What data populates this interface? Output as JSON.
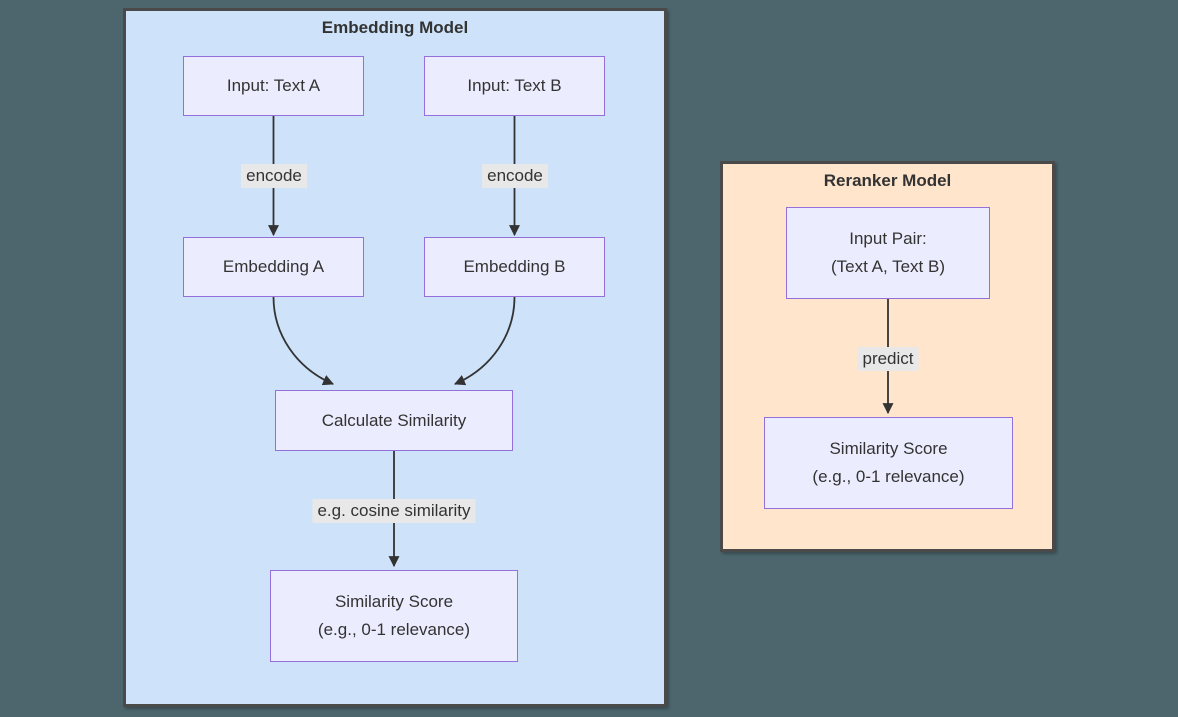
{
  "embedding_model": {
    "title": "Embedding Model",
    "nodes": {
      "input_a": {
        "label": "Input: Text A"
      },
      "input_b": {
        "label": "Input: Text B"
      },
      "embedding_a": {
        "label": "Embedding A"
      },
      "embedding_b": {
        "label": "Embedding B"
      },
      "calculate_similarity": {
        "label": "Calculate Similarity"
      },
      "similarity_score": {
        "line1": "Similarity Score",
        "line2": "(e.g., 0-1 relevance)"
      }
    },
    "edge_labels": {
      "encode_a": "encode",
      "encode_b": "encode",
      "cosine": "e.g. cosine similarity"
    }
  },
  "reranker_model": {
    "title": "Reranker Model",
    "nodes": {
      "input_pair": {
        "line1": "Input Pair:",
        "line2": "(Text A, Text B)"
      },
      "similarity_score": {
        "line1": "Similarity Score",
        "line2": "(e.g., 0-1 relevance)"
      }
    },
    "edge_labels": {
      "predict": "predict"
    }
  },
  "colors": {
    "background": "#4d666e",
    "embedding_fill": "#cee3fa",
    "reranker_fill": "#ffe5cc",
    "container_border": "#4a4a4a",
    "node_fill": "#ececff",
    "node_border": "#9370db",
    "edge_stroke": "#333333",
    "edge_label_bg": "#e8e8e8",
    "text": "#333333"
  }
}
